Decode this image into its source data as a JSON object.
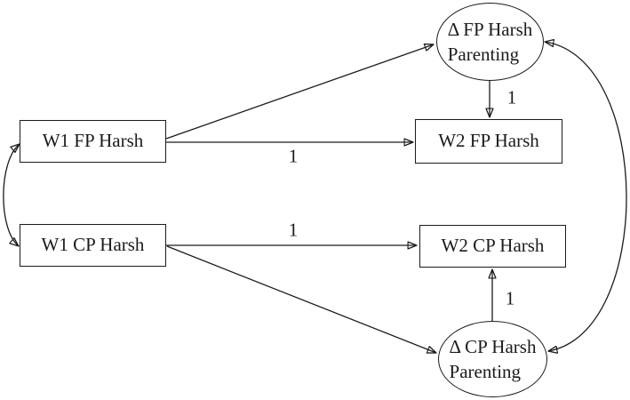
{
  "diagram": {
    "type": "path-diagram",
    "colors": {
      "background": "#ffffff",
      "line": "#1b1b1b",
      "text": "#1b1b1b"
    },
    "nodes": {
      "w1_fp": {
        "label": "W1 FP Harsh",
        "shape": "rectangle"
      },
      "w1_cp": {
        "label": "W1 CP Harsh",
        "shape": "rectangle"
      },
      "w2_fp": {
        "label": "W2 FP Harsh",
        "shape": "rectangle"
      },
      "w2_cp": {
        "label": "W2 CP Harsh",
        "shape": "rectangle"
      },
      "delta_fp": {
        "line1": "Δ FP Harsh",
        "line2": "Parenting",
        "shape": "ellipse"
      },
      "delta_cp": {
        "line1": "Δ CP Harsh",
        "line2": "Parenting",
        "shape": "ellipse"
      }
    },
    "edges": {
      "w1fp_to_w2fp": {
        "from": "w1_fp",
        "to": "w2_fp",
        "label": "1",
        "style": "single-arrow"
      },
      "w1cp_to_w2cp": {
        "from": "w1_cp",
        "to": "w2_cp",
        "label": "1",
        "style": "single-arrow"
      },
      "deltafp_to_w2fp": {
        "from": "delta_fp",
        "to": "w2_fp",
        "label": "1",
        "style": "single-arrow"
      },
      "deltacp_to_w2cp": {
        "from": "delta_cp",
        "to": "w2_cp",
        "label": "1",
        "style": "single-arrow"
      },
      "w1fp_to_deltafp": {
        "from": "w1_fp",
        "to": "delta_fp",
        "label": "",
        "style": "single-arrow"
      },
      "w1cp_to_deltacp": {
        "from": "w1_cp",
        "to": "delta_cp",
        "label": "",
        "style": "single-arrow"
      },
      "w1fp_w1cp_cov": {
        "from": "w1_fp",
        "to": "w1_cp",
        "label": "",
        "style": "double-arrow-curve"
      },
      "deltafp_deltacp_cov": {
        "from": "delta_fp",
        "to": "delta_cp",
        "label": "",
        "style": "double-arrow-curve"
      }
    }
  }
}
